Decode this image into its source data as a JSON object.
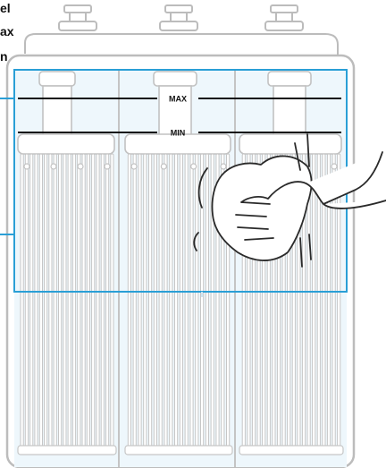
{
  "callouts": {
    "line1": "el",
    "line2": "ax",
    "line3": "n"
  },
  "levels": {
    "max_label": "MAX",
    "min_label": "MIN"
  },
  "battery": {
    "cell_count": 3,
    "plate_count_per_cell": 20
  },
  "colors": {
    "outline": "#bcbcbc",
    "outline_dark": "#9c9c9c",
    "electrolyte_highlight": "#2a9fd6",
    "electrolyte_fill": "#e9f5fc",
    "hand_stroke": "#2a2a2a",
    "level_line": "#111111"
  },
  "icons": {
    "hand": "hand-wiping-cloth-icon"
  }
}
